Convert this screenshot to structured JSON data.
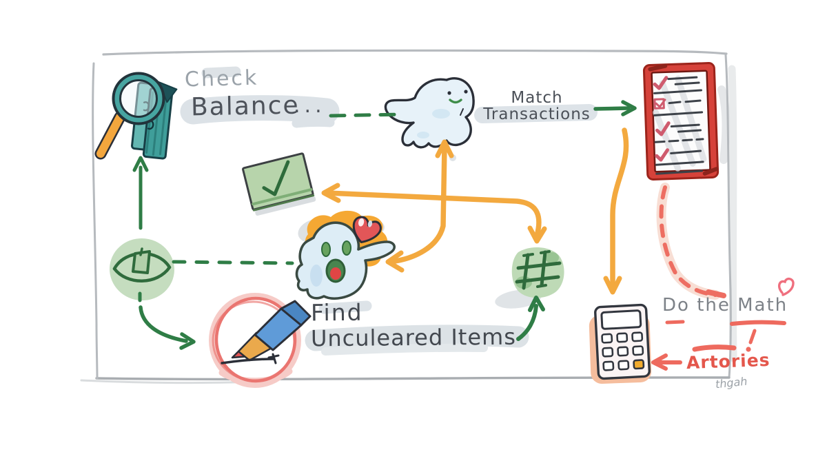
{
  "sketch": {
    "labels": {
      "check": "Check",
      "balance": "Balance",
      "ellipsis": "...",
      "match_line1": "Match",
      "match_line2": "Transactions",
      "find_line1": "Find",
      "find_line2": "Unculeared Items",
      "do_the_math": "Do the Math",
      "artories": "Artories",
      "signature": "thgah"
    },
    "icons": {
      "magnifier_money": "magnifying-glass-over-banknotes",
      "eye_badge": "eye-in-green-circle",
      "sticky_note_check": "sticky-note-with-checkmark",
      "ghost_flying": "flying-ghost-mascot",
      "ghost_surprised": "surprised-ghost-with-heart",
      "grid_badge": "grid-hash-green-blob",
      "pencil_badge": "pencil-in-red-circle",
      "checklist": "red-checklist-clipboard",
      "calculator": "calculator",
      "heart_doodle": "small-heart-doodle"
    },
    "colors": {
      "green_arrow": "#2f7d46",
      "orange_arrow": "#f3a93f",
      "red_accent": "#e4574c",
      "checklist_red": "#d6423a",
      "teal": "#3f9e9a",
      "text_dark": "#4b5058",
      "text_gray": "#9aa2a9",
      "highlight_gray": "#dde3e8"
    }
  }
}
